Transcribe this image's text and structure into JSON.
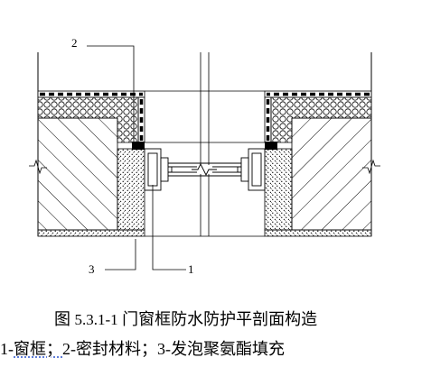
{
  "labels": {
    "l2": "2",
    "l3": "3",
    "l1": "1"
  },
  "caption": {
    "prefix": "图",
    "number": "5.3.1-1",
    "title": "门窗框防水防护平剖面构造"
  },
  "legend": {
    "item1_num": "1-",
    "item1_text": "窗框；",
    "item2_num": "2-",
    "item2_text": "密封材料；",
    "item3_num": "3-",
    "item3_text": "发泡聚氨酯填充"
  }
}
